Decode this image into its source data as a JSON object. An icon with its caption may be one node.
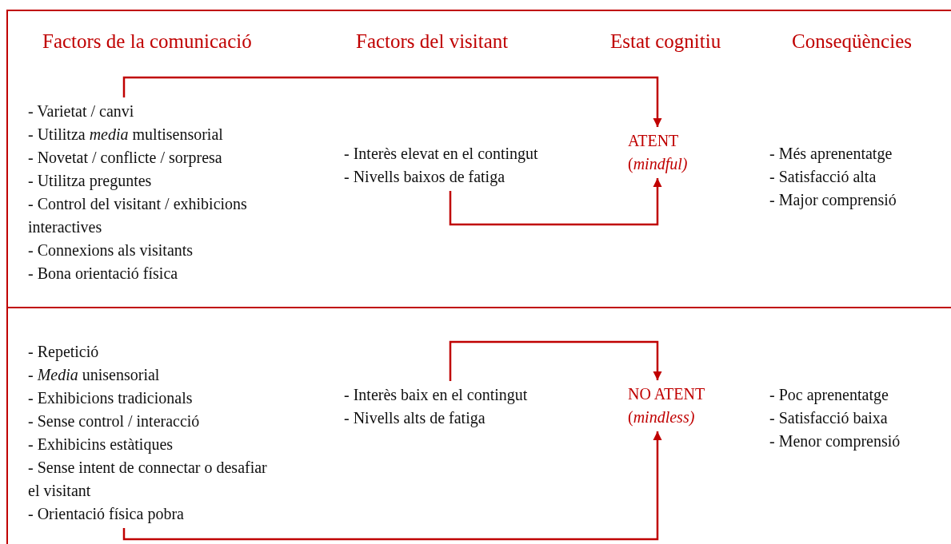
{
  "diagram": {
    "nodes": [
      {
        "text": [
          "- Varietat / canvi",
          "- Utilitza *media* multisensorial",
          "- Novetat / conflicte / sorpresa",
          "- Utilitza preguntes",
          "- Control del visitant / exhibicions interactives",
          "- Connexions als visitants",
          "- Bona orientació física"
        ]
      },
      {
        "text": [
          "- Interès elevat en el contingut",
          "- Nivells baixos de fatiga"
        ]
      },
      {
        "text": [
          "ATENT",
          "(*mindful)*"
        ]
      },
      {
        "text": [
          "- Més aprenentatge",
          "- Satisfacció alta",
          "- Major comprensió"
        ]
      },
      {
        "text": [
          "- Repetició",
          "- *Media* unisensorial",
          "- Exhibicions tradicionals",
          "- Sense control / interacció",
          "- Exhibicins estàtiques",
          "- Sense intent de connectar o desafiar el visitant",
          "- Orientació física pobra"
        ]
      },
      {
        "text": [
          "- Interès baix en el contingut",
          "- Nivells alts de fatiga"
        ]
      },
      {
        "text": [
          "NO ATENT",
          "(*mindless)*"
        ]
      },
      {
        "text": [
          "- Poc aprenentatge",
          "- Satisfacció baixa",
          "- Menor comprensió"
        ]
      }
    ],
    "edges": [
      {
        "from": 0,
        "to": 2,
        "arrow": "to"
      },
      {
        "from": 1,
        "to": 2,
        "arrow": "to"
      },
      {
        "from": 5,
        "to": 6,
        "arrow": "to"
      },
      {
        "from": 4,
        "to": 6,
        "arrow": "to"
      }
    ],
    "labels": [
      "Factors de la comunicació",
      "Factors del visitant",
      "Estat cognitiu",
      "Conseqüències"
    ]
  }
}
